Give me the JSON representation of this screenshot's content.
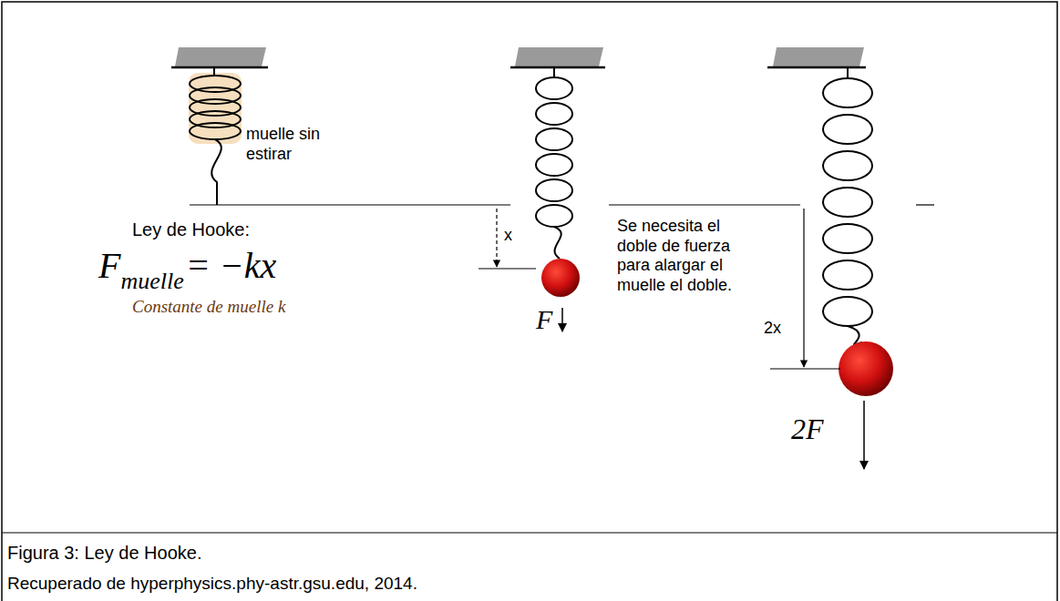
{
  "diagram": {
    "caption": "Figura 3: Ley de Hooke.",
    "labels": [
      "muelle sin estirar",
      "Ley de Hooke:",
      "F",
      "muelle",
      "= −kx",
      "Constante de muelle k",
      "x",
      "Se necesita el doble de fuerza para alargar el muelle el doble.",
      "F",
      "2x",
      "2F",
      "Recuperado de hyperphysics.phy-astr.gsu.edu, 2014."
    ]
  }
}
